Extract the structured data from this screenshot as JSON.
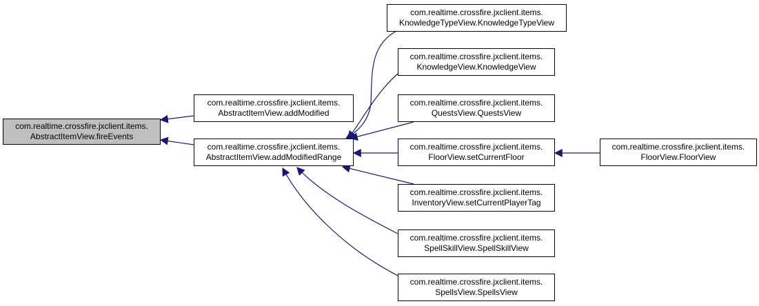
{
  "colors": {
    "edge": "#191970",
    "focus_fill": "#bfbfbf",
    "node_fill": "#ffffff",
    "border": "#000000"
  },
  "nodes": {
    "fire_events": {
      "line1": "com.realtime.crossfire.jxclient.items.",
      "line2": "AbstractItemView.fireEvents"
    },
    "add_modified": {
      "line1": "com.realtime.crossfire.jxclient.items.",
      "line2": "AbstractItemView.addModified"
    },
    "add_modified_range": {
      "line1": "com.realtime.crossfire.jxclient.items.",
      "line2": "AbstractItemView.addModifiedRange"
    },
    "knowledge_type_view": {
      "line1": "com.realtime.crossfire.jxclient.items.",
      "line2": "KnowledgeTypeView.KnowledgeTypeView"
    },
    "knowledge_view": {
      "line1": "com.realtime.crossfire.jxclient.items.",
      "line2": "KnowledgeView.KnowledgeView"
    },
    "quests_view": {
      "line1": "com.realtime.crossfire.jxclient.items.",
      "line2": "QuestsView.QuestsView"
    },
    "set_current_floor": {
      "line1": "com.realtime.crossfire.jxclient.items.",
      "line2": "FloorView.setCurrentFloor"
    },
    "set_current_player_tag": {
      "line1": "com.realtime.crossfire.jxclient.items.",
      "line2": "InventoryView.setCurrentPlayerTag"
    },
    "spell_skill_view": {
      "line1": "com.realtime.crossfire.jxclient.items.",
      "line2": "SpellSkillView.SpellSkillView"
    },
    "spells_view": {
      "line1": "com.realtime.crossfire.jxclient.items.",
      "line2": "SpellsView.SpellsView"
    },
    "floor_view": {
      "line1": "com.realtime.crossfire.jxclient.items.",
      "line2": "FloorView.FloorView"
    }
  }
}
